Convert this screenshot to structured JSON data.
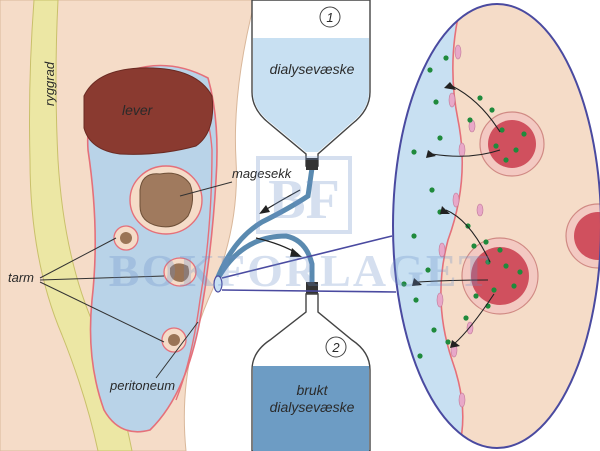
{
  "diagram": {
    "labels": {
      "spine": "ryggrad",
      "liver": "lever",
      "stomach": "magesekk",
      "intestine": "tarm",
      "peritoneum": "peritoneum",
      "fresh_fluid": "dialysevæske",
      "used_fluid_line1": "brukt",
      "used_fluid_line2": "dialysevæske"
    },
    "step_markers": [
      "1",
      "2"
    ],
    "watermark": {
      "emblem": "BF",
      "text": "BOKFORLAGET"
    },
    "colors": {
      "skin": "#f5dcc8",
      "spine": "#ece7a4",
      "cavity": "#b9d3e8",
      "membrane_red": "#e5707a",
      "liver": "#8a3a30",
      "stomach": "#a07a5e",
      "fresh_fluid": "#c8e0f2",
      "used_fluid": "#6d9cc4",
      "vessel": "#d0505e",
      "particle": "#1f8a3c",
      "outline": "#4a4aa0"
    }
  }
}
